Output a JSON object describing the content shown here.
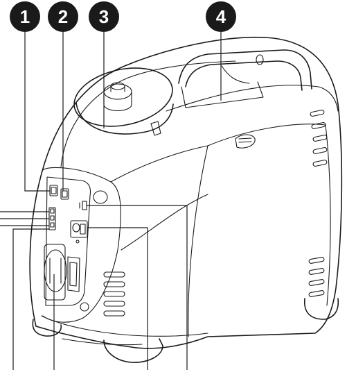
{
  "callouts": [
    {
      "label": "1"
    },
    {
      "label": "2"
    },
    {
      "label": "3"
    },
    {
      "label": "4"
    }
  ],
  "colors": {
    "badge": "#1a1a1a",
    "badge_text": "#ffffff",
    "line": "#1a1a1a",
    "background": "#ffffff"
  }
}
